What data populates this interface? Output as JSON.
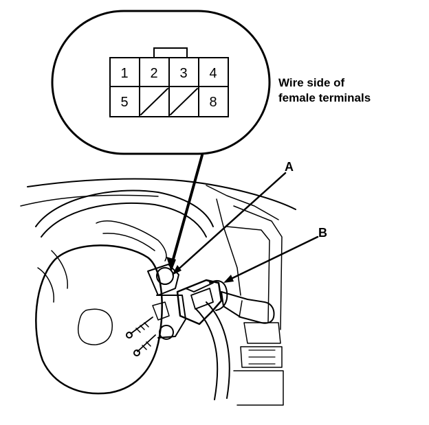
{
  "connector": {
    "pins_top": [
      "1",
      "2",
      "3",
      "4"
    ],
    "pins_bottom": [
      "5",
      "",
      "",
      "8"
    ],
    "caption_line1": "Wire side of",
    "caption_line2": "female terminals"
  },
  "callouts": {
    "a": "A",
    "b": "B"
  }
}
